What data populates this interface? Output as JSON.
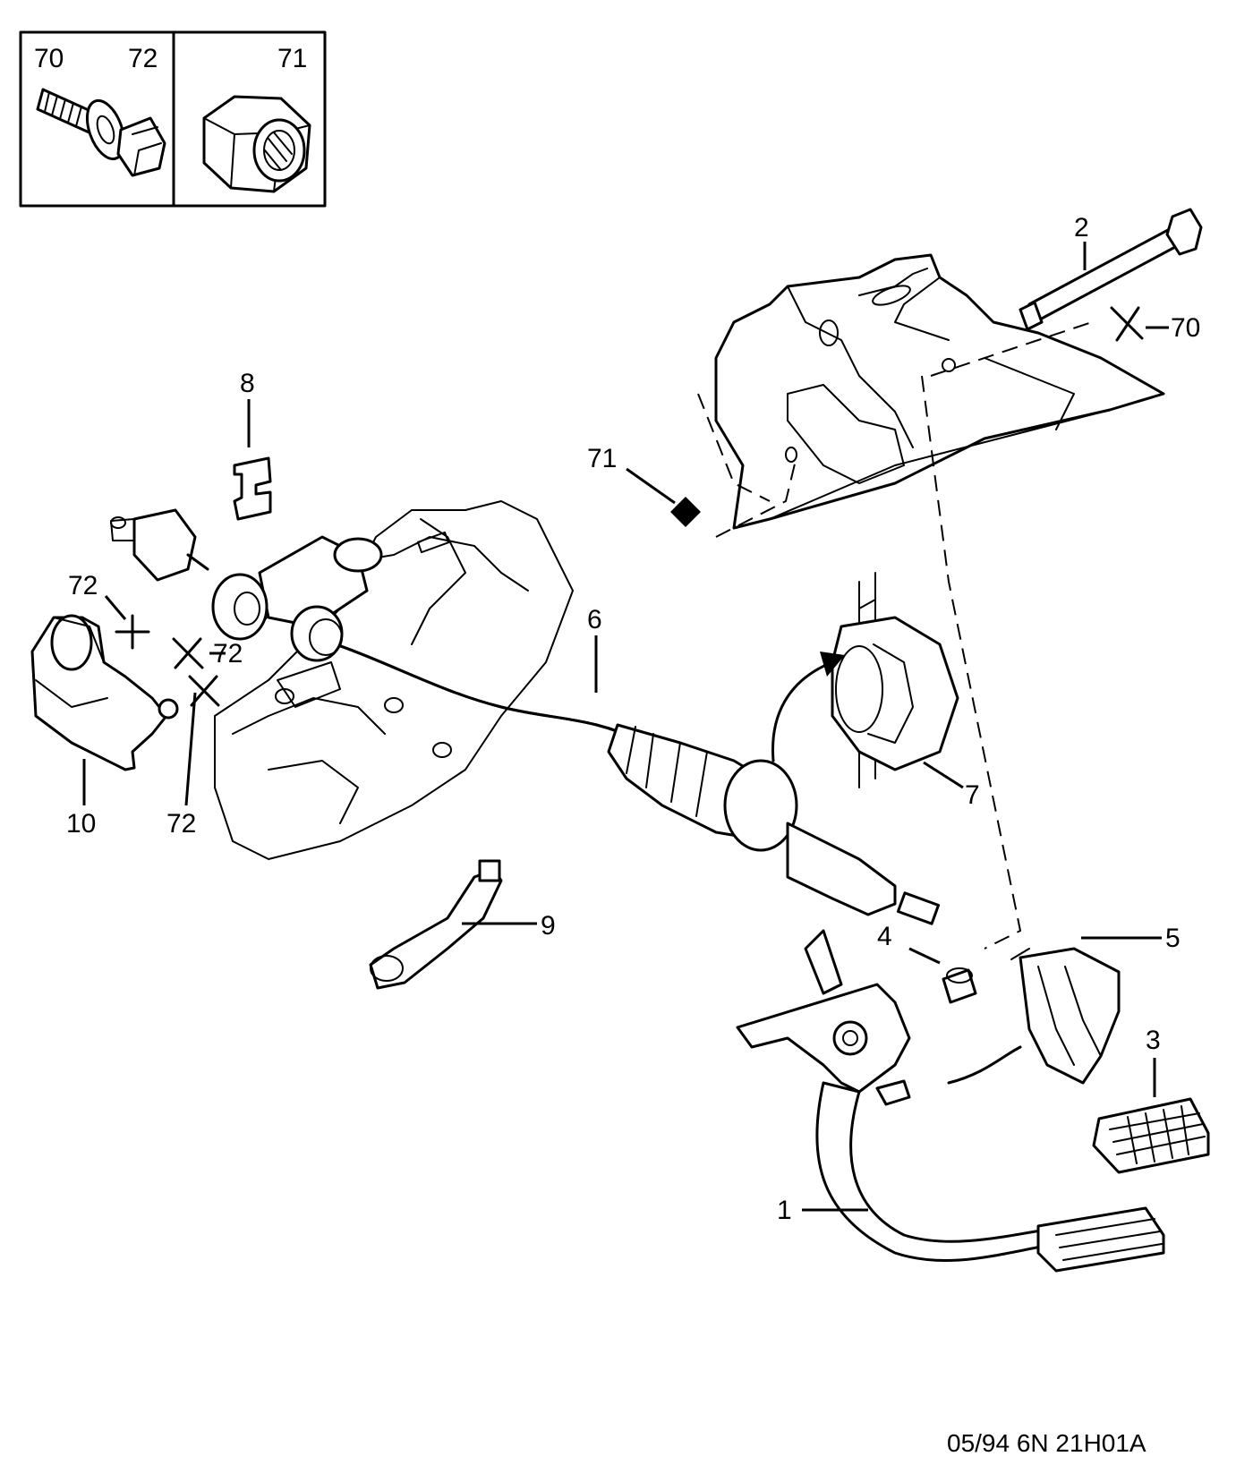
{
  "inset": {
    "left_labels": [
      "70",
      "72"
    ],
    "right_label": "71"
  },
  "callouts": {
    "c1": "1",
    "c2": "2",
    "c3": "3",
    "c4": "4",
    "c5": "5",
    "c6": "6",
    "c7": "7",
    "c8": "8",
    "c9": "9",
    "c10": "10",
    "c70": "70",
    "c71": "71",
    "c72a": "72",
    "c72b": "72",
    "c72c": "72"
  },
  "reference": "05/94 6N 21H01A"
}
